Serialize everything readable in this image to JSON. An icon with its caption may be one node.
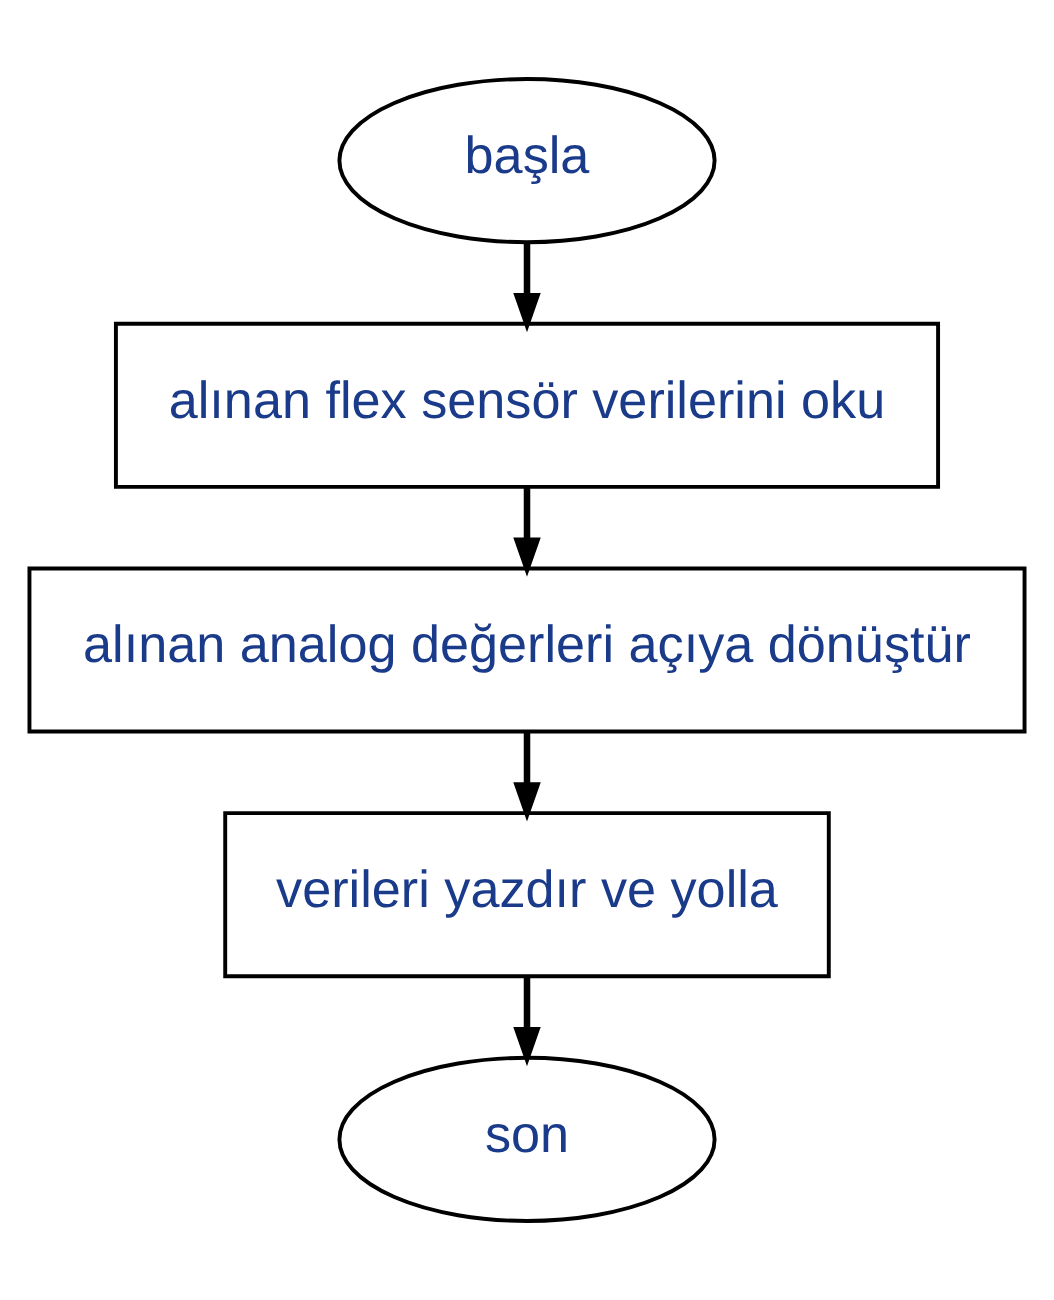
{
  "diagram": {
    "nodes": [
      {
        "text": [
          "başla"
        ]
      },
      {
        "text": [
          "alınan flex sensör verilerini oku"
        ]
      },
      {
        "text": [
          "alınan analog değerleri açıya dönüştür"
        ]
      },
      {
        "text": [
          "verileri yazdır ve yolla"
        ]
      },
      {
        "text": [
          "son"
        ]
      }
    ],
    "edges": [
      {
        "from": 0,
        "to": 1,
        "arrow": "to"
      },
      {
        "from": 1,
        "to": 2,
        "arrow": "to"
      },
      {
        "from": 2,
        "to": 3,
        "arrow": "to"
      },
      {
        "from": 3,
        "to": 4,
        "arrow": "to"
      }
    ]
  }
}
